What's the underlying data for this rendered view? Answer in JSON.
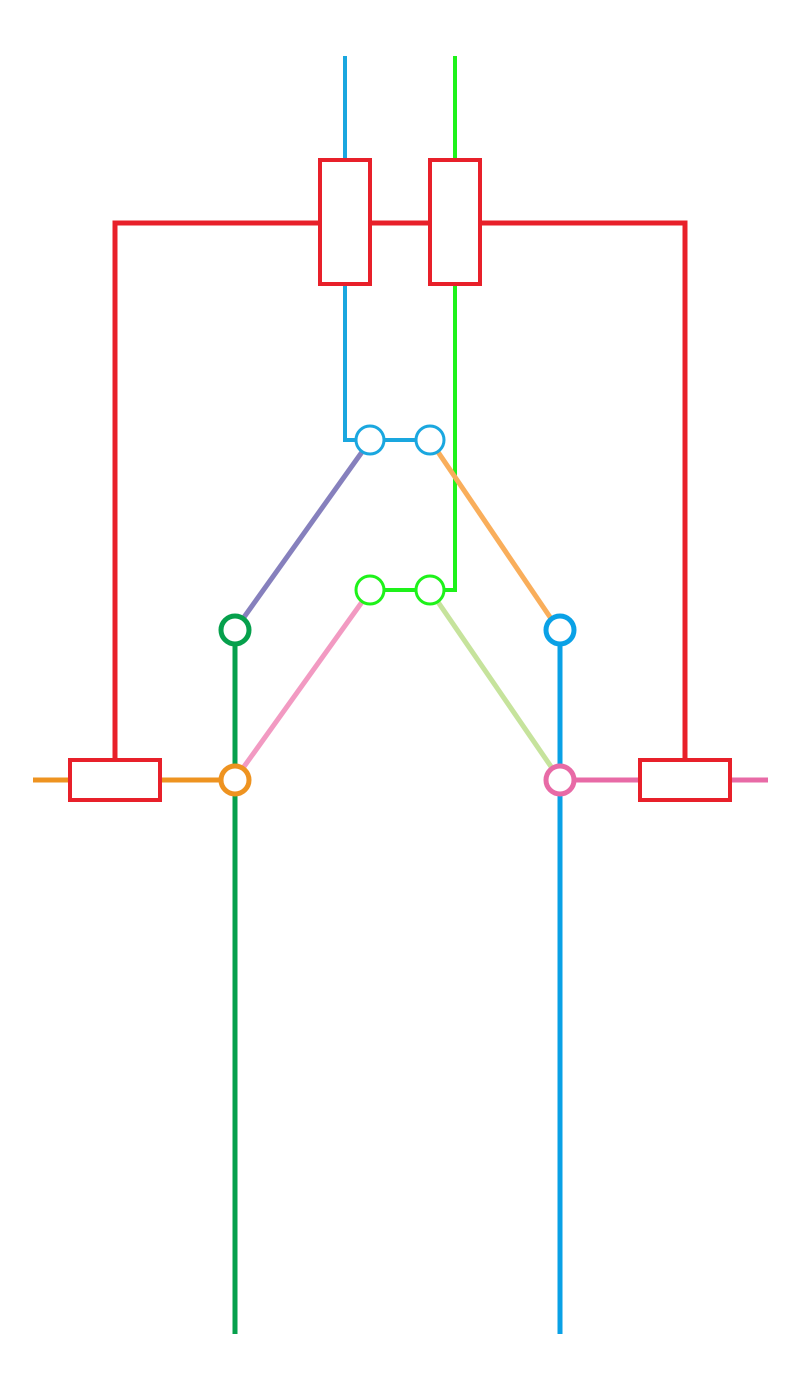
{
  "colors": {
    "red": "#e8202a",
    "cyan": "#1aa7df",
    "lime": "#1ef21a",
    "green": "#06a04c",
    "blue": "#0aa1e6",
    "orange": "#ee9320",
    "pink": "#e86aa6",
    "purple": "#8680bd",
    "light_orange": "#f9ae5b",
    "light_pink": "#f29ac2",
    "light_green": "#c6e39c"
  },
  "lines": [
    {
      "name": "cyan-line",
      "color": "cyan"
    },
    {
      "name": "lime-line",
      "color": "lime"
    },
    {
      "name": "green-line",
      "color": "green"
    },
    {
      "name": "blue-line",
      "color": "blue"
    },
    {
      "name": "orange-line",
      "color": "orange"
    },
    {
      "name": "pink-line",
      "color": "pink"
    },
    {
      "name": "red-line",
      "color": "red"
    },
    {
      "name": "purple-link",
      "color": "purple"
    },
    {
      "name": "light-orange-link",
      "color": "light_orange"
    },
    {
      "name": "light-pink-link",
      "color": "light_pink"
    },
    {
      "name": "light-green-link",
      "color": "light_green"
    }
  ],
  "stations": [
    {
      "name": "cyan-node-left",
      "color": "cyan"
    },
    {
      "name": "cyan-node-right",
      "color": "cyan"
    },
    {
      "name": "lime-node-left",
      "color": "lime"
    },
    {
      "name": "lime-node-right",
      "color": "lime"
    },
    {
      "name": "green-node",
      "color": "green"
    },
    {
      "name": "blue-node",
      "color": "blue"
    },
    {
      "name": "orange-node",
      "color": "orange"
    },
    {
      "name": "pink-node",
      "color": "pink"
    }
  ],
  "boxes": [
    {
      "name": "red-box-top-left",
      "color": "red"
    },
    {
      "name": "red-box-top-right",
      "color": "red"
    },
    {
      "name": "red-box-left",
      "color": "red"
    },
    {
      "name": "red-box-right",
      "color": "red"
    }
  ]
}
